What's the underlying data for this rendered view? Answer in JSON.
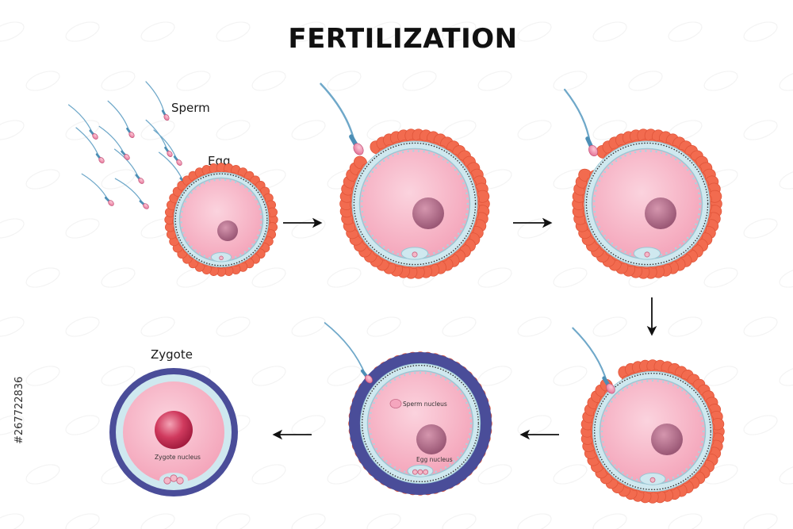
{
  "title": "FERTILIZATION",
  "labels": {
    "sperm": "Sperm",
    "egg": "Egg",
    "zygote": "Zygote",
    "sperm_nucleus": "Sperm nucleus",
    "egg_nucleus": "Egg nucleus",
    "zygote_nucleus": "Zygote nucleus"
  },
  "watermark_id": "#267722836",
  "colors": {
    "corona": "#f26b4f",
    "corona_edge": "#e0553a",
    "zona": "#cfe8ef",
    "cytoplasm": "#f7b4c6",
    "nucleus": "#b06a88",
    "sperm": "#6fa8c9",
    "sperm_head": "#f08fae",
    "zygote_ring": "#4a4d99",
    "zygote_nucleus": "#c0284e",
    "arrow": "#111111"
  },
  "icons": {
    "arrow": "arrow-right-icon"
  }
}
